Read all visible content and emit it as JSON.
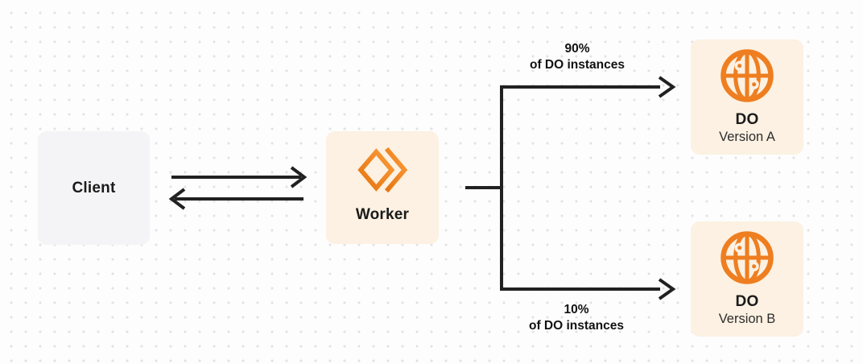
{
  "diagram": {
    "description": "Worker routing traffic between two Durable Object versions",
    "colors": {
      "accent_orange": "#ee7e20",
      "node_cream": "#fcf1e2",
      "node_gray": "#f4f4f6",
      "line_dark": "#212121",
      "dot_grid": "#e3e3e5"
    },
    "nodes": {
      "client": {
        "label": "Client"
      },
      "worker": {
        "label": "Worker",
        "icon": "workers-icon"
      },
      "do_version_a": {
        "title": "DO",
        "subtitle": "Version A",
        "icon": "globe-icon"
      },
      "do_version_b": {
        "title": "DO",
        "subtitle": "Version B",
        "icon": "globe-icon"
      }
    },
    "edges": {
      "client_worker": {
        "type": "bidirectional-arrows"
      },
      "top": {
        "percent": "90%",
        "caption": "of DO instances"
      },
      "bottom": {
        "percent": "10%",
        "caption": "of DO instances"
      }
    }
  }
}
